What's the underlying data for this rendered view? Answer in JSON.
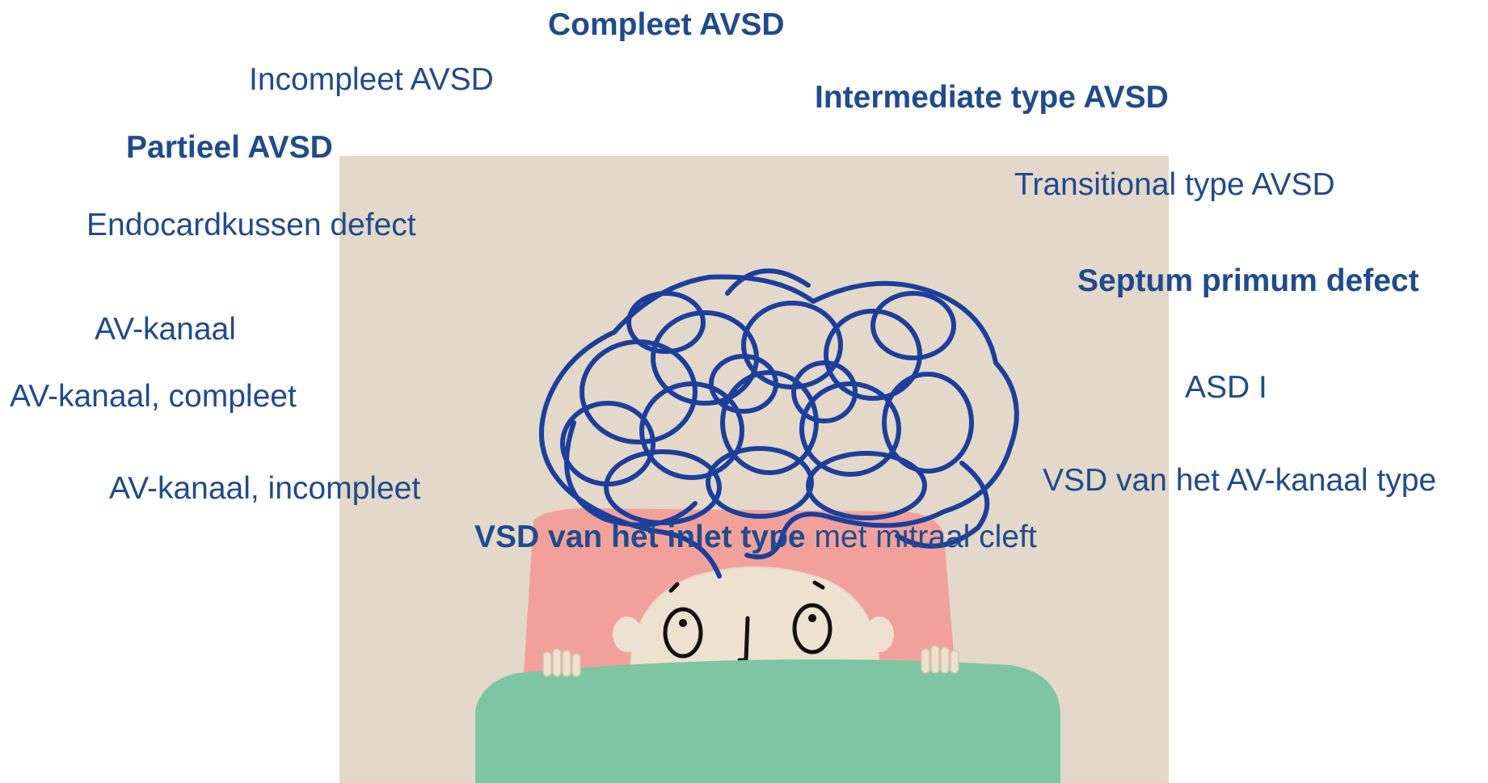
{
  "terms": {
    "compleet_avsd": "Compleet AVSD",
    "incompleet_avsd": "Incompleet AVSD",
    "intermediate_type_avsd": "Intermediate type AVSD",
    "partieel_avsd": "Partieel AVSD",
    "transitional_type_avsd": "Transitional type AVSD",
    "endocardkussen_defect": "Endocardkussen defect",
    "septum_primum_defect": "Septum primum defect",
    "av_kanaal": "AV-kanaal",
    "asd_i": "ASD I",
    "av_kanaal_compleet": "AV-kanaal, compleet",
    "vsd_av_kanaal_type": "VSD van het AV-kanaal type",
    "av_kanaal_incompleet": "AV-kanaal, incompleet",
    "vsd_inlet_bold": "VSD van het inlet type",
    "vsd_inlet_rest": " met mitraal cleft"
  },
  "colors": {
    "text": "#1f4b8e",
    "scribble": "#1d3f9c",
    "background_panel": "#e3d8c9",
    "pillow": "#f2a19a",
    "blanket": "#7ec6a3",
    "face": "#ede1cf"
  },
  "illustration": {
    "icon": "tangled-thoughts-person-in-bed"
  }
}
